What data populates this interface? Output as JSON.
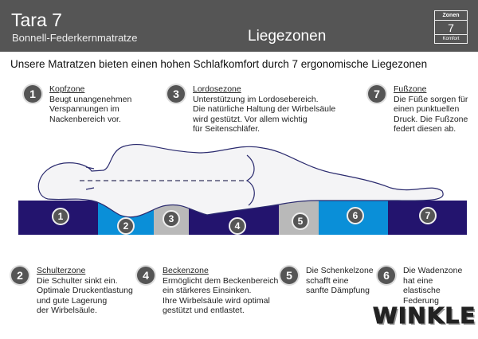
{
  "header": {
    "title": "Tara 7",
    "subtitle": "Bonnell-Federkernmatratze",
    "center_title": "Liegezonen",
    "badge": {
      "top": "Zonen",
      "value": "7",
      "bottom": "Komfort"
    }
  },
  "intro": "Unsere Matratzen bieten einen hohen Schlafkomfort durch 7 ergonomische Liegezonen",
  "zones": [
    {
      "num": "1",
      "title": "Kopfzone",
      "lines": [
        "Beugt unangenehmen",
        "Verspannungen im",
        "Nackenbereich vor."
      ]
    },
    {
      "num": "2",
      "title": "Schulterzone",
      "lines": [
        "Die Schulter sinkt ein.",
        "Optimale Druckentlastung",
        "und gute Lagerung",
        "der Wirbelsäule."
      ]
    },
    {
      "num": "3",
      "title": "Lordosezone",
      "lines": [
        "Unterstützung im Lordosebereich.",
        "Die natürliche Haltung der Wirbelsäule",
        "wird gestützt. Vor allem wichtig",
        "für Seitenschläfer."
      ]
    },
    {
      "num": "4",
      "title": "Beckenzone",
      "lines": [
        "Ermöglicht dem Beckenbereich",
        "ein stärkeres Einsinken.",
        "Ihre Wirbelsäule wird optimal",
        "gestützt und entlastet."
      ]
    },
    {
      "num": "5",
      "title": "",
      "lines": [
        "Die Schenkelzone",
        "schafft eine",
        "sanfte Dämpfung"
      ]
    },
    {
      "num": "6",
      "title": "",
      "lines": [
        "Die Wadenzone",
        "hat eine",
        "elastische Federung"
      ]
    },
    {
      "num": "7",
      "title": "Fußzone",
      "lines": [
        "Die Füße sorgen für",
        "einen punktuellen",
        "Druck. Die Fußzone",
        "federt diesen ab."
      ]
    }
  ],
  "mattress": {
    "segments": [
      {
        "num": "1",
        "color": "#23146e"
      },
      {
        "num": "2",
        "color": "#0a8fd8"
      },
      {
        "num": "3",
        "color": "#b9b9b9"
      },
      {
        "num": "4",
        "color": "#23146e"
      },
      {
        "num": "5",
        "color": "#b9b9b9"
      },
      {
        "num": "6",
        "color": "#0a8fd8"
      },
      {
        "num": "7",
        "color": "#23146e"
      }
    ]
  },
  "logo": "WINKLE"
}
